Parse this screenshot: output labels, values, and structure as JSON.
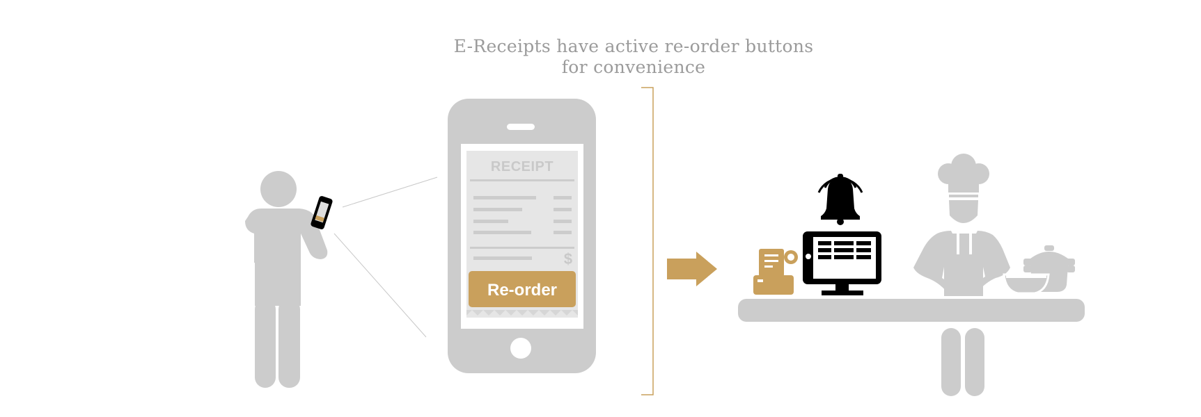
{
  "caption": {
    "line1": "E-Receipts have active re-order buttons",
    "line2": "for convenience"
  },
  "receipt": {
    "title": "RECEIPT",
    "currency_symbol": "$",
    "reorder_button_label": "Re-order"
  },
  "colors": {
    "gray": "#cccccc",
    "gold": "#c9a05c",
    "black": "#000000",
    "caption": "#9b9b9b"
  },
  "icons": [
    "person-with-phone-icon",
    "smartphone-icon",
    "arrow-right-icon",
    "receipt-printer-icon",
    "bell-icon",
    "pos-terminal-icon",
    "chef-icon",
    "cooking-pot-icon",
    "bowl-icon",
    "counter-icon"
  ]
}
